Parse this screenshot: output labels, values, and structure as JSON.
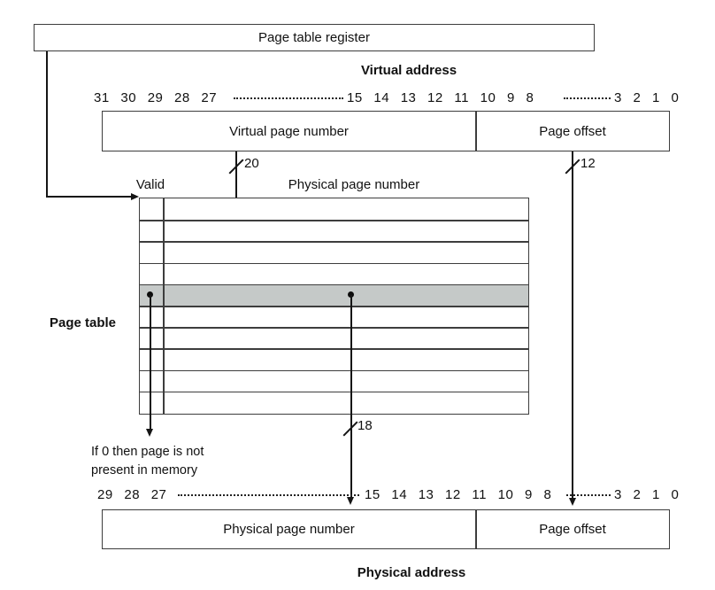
{
  "register": {
    "label": "Page table register"
  },
  "virtual_address": {
    "title": "Virtual address",
    "vpn_label": "Virtual page number",
    "offset_label": "Page offset",
    "vpn_width": "20",
    "offset_width": "12"
  },
  "bits": {
    "virtual": {
      "high": "31 30 29 28 27",
      "mid": "15 14 13 12 11 10 9 8",
      "low": "3 2 1 0"
    },
    "physical": {
      "high": "29 28 27",
      "mid": "15 14 13 12 11 10 9 8",
      "low": "3 2 1 0"
    }
  },
  "page_table": {
    "label": "Page table",
    "valid_header": "Valid",
    "ppn_header": "Physical page number",
    "row_count": 10,
    "highlighted_row": 5,
    "ppn_width": "18"
  },
  "note": {
    "line1": "If 0 then page is not",
    "line2": "present in memory"
  },
  "physical_address": {
    "title": "Physical address",
    "ppn_label": "Physical page number",
    "offset_label": "Page offset"
  },
  "colors": {
    "highlight": "#c5c9c8",
    "line": "#151515",
    "border": "#3d3d3d"
  }
}
